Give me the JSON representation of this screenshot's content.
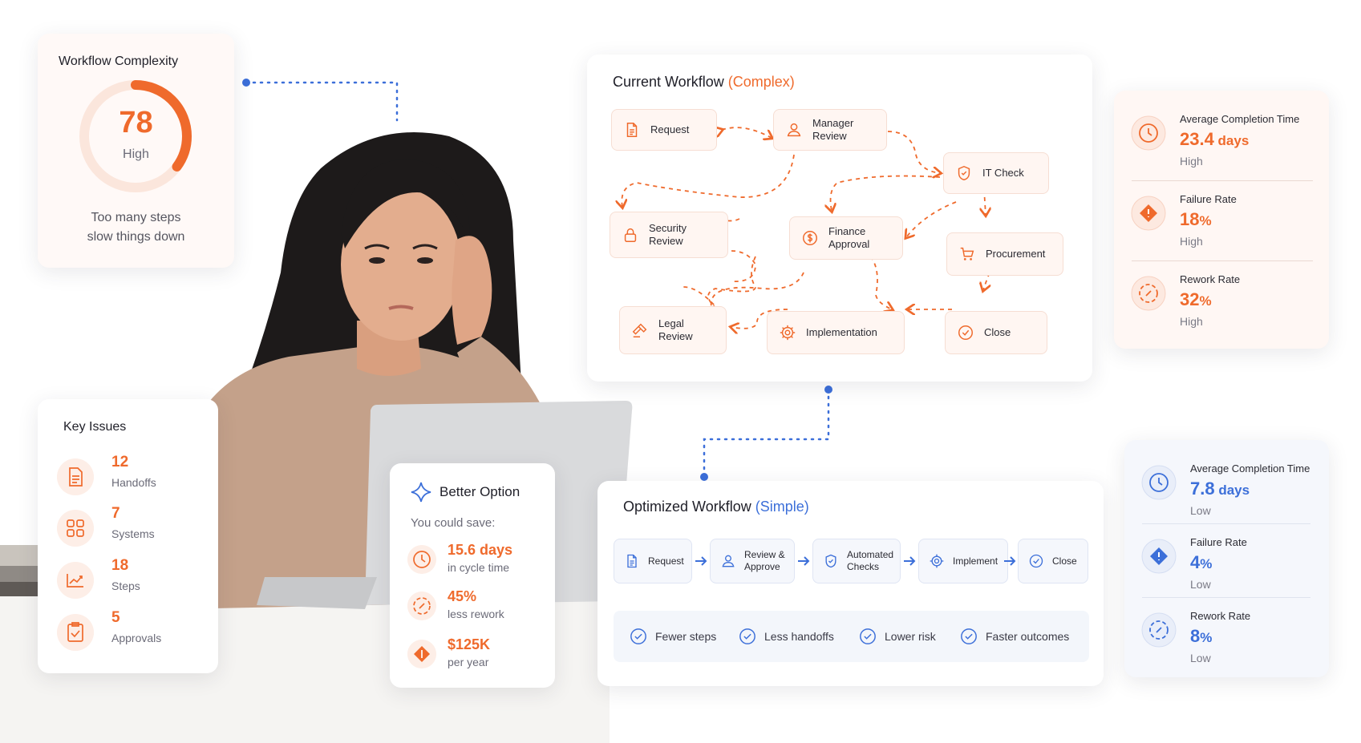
{
  "colors": {
    "accent_orange": "#ef6a2c",
    "accent_blue": "#3c6fd9",
    "connector_blue": "#3c6fd9"
  },
  "complexity": {
    "title": "Workflow Complexity",
    "score": "78",
    "level": "High",
    "gauge_fraction": 0.78,
    "description_line1": "Too many steps",
    "description_line2": "slow things down"
  },
  "current_workflow": {
    "title": "Current Workflow",
    "qualifier": "(Complex)",
    "nodes": [
      {
        "label": "Request",
        "icon": "document-icon"
      },
      {
        "label": "Manager\nReview",
        "icon": "user-icon"
      },
      {
        "label": "IT Check",
        "icon": "shield-icon"
      },
      {
        "label": "Security\nReview",
        "icon": "lock-icon"
      },
      {
        "label": "Finance\nApproval",
        "icon": "dollar-icon"
      },
      {
        "label": "Procurement",
        "icon": "cart-icon"
      },
      {
        "label": "Legal\nReview",
        "icon": "gavel-icon"
      },
      {
        "label": "Implementation",
        "icon": "gear-icon"
      },
      {
        "label": "Close",
        "icon": "check-circle-icon"
      }
    ]
  },
  "current_metrics": [
    {
      "label": "Average Completion Time",
      "value": "23.4",
      "unit": " days",
      "level": "High",
      "icon": "clock-icon"
    },
    {
      "label": "Failure Rate",
      "value": "18",
      "unit": "%",
      "level": "High",
      "icon": "warning-diamond-icon"
    },
    {
      "label": "Rework Rate",
      "value": "32",
      "unit": "%",
      "level": "High",
      "icon": "refresh-icon"
    }
  ],
  "key_issues": {
    "title": "Key Issues",
    "items": [
      {
        "value": "12",
        "label": "Handoffs",
        "icon": "document-icon"
      },
      {
        "value": "7",
        "label": "Systems",
        "icon": "grid-icon"
      },
      {
        "value": "18",
        "label": "Steps",
        "icon": "chart-up-icon"
      },
      {
        "value": "5",
        "label": "Approvals",
        "icon": "clipboard-check-icon"
      }
    ]
  },
  "better_option": {
    "title": "Better Option",
    "subtitle": "You could save:",
    "items": [
      {
        "value": "15.6 days",
        "label": "in cycle time",
        "icon": "clock-icon"
      },
      {
        "value": "45%",
        "label": "less rework",
        "icon": "refresh-icon"
      },
      {
        "value": "$125K",
        "label": "per year",
        "icon": "money-diamond-icon"
      }
    ]
  },
  "optimized_workflow": {
    "title": "Optimized Workflow",
    "qualifier": "(Simple)",
    "nodes": [
      {
        "label": "Request",
        "icon": "document-icon"
      },
      {
        "label": "Review &\nApprove",
        "icon": "user-icon"
      },
      {
        "label": "Automated\nChecks",
        "icon": "shield-check-icon"
      },
      {
        "label": "Implement",
        "icon": "gear-icon"
      },
      {
        "label": "Close",
        "icon": "check-circle-icon"
      }
    ],
    "benefits": [
      "Fewer steps",
      "Less handoffs",
      "Lower risk",
      "Faster outcomes"
    ]
  },
  "optimized_metrics": [
    {
      "label": "Average Completion Time",
      "value": "7.8",
      "unit": " days",
      "level": "Low",
      "icon": "clock-icon"
    },
    {
      "label": "Failure Rate",
      "value": "4",
      "unit": "%",
      "level": "Low",
      "icon": "warning-diamond-icon"
    },
    {
      "label": "Rework Rate",
      "value": "8",
      "unit": "%",
      "level": "Low",
      "icon": "refresh-icon"
    }
  ]
}
